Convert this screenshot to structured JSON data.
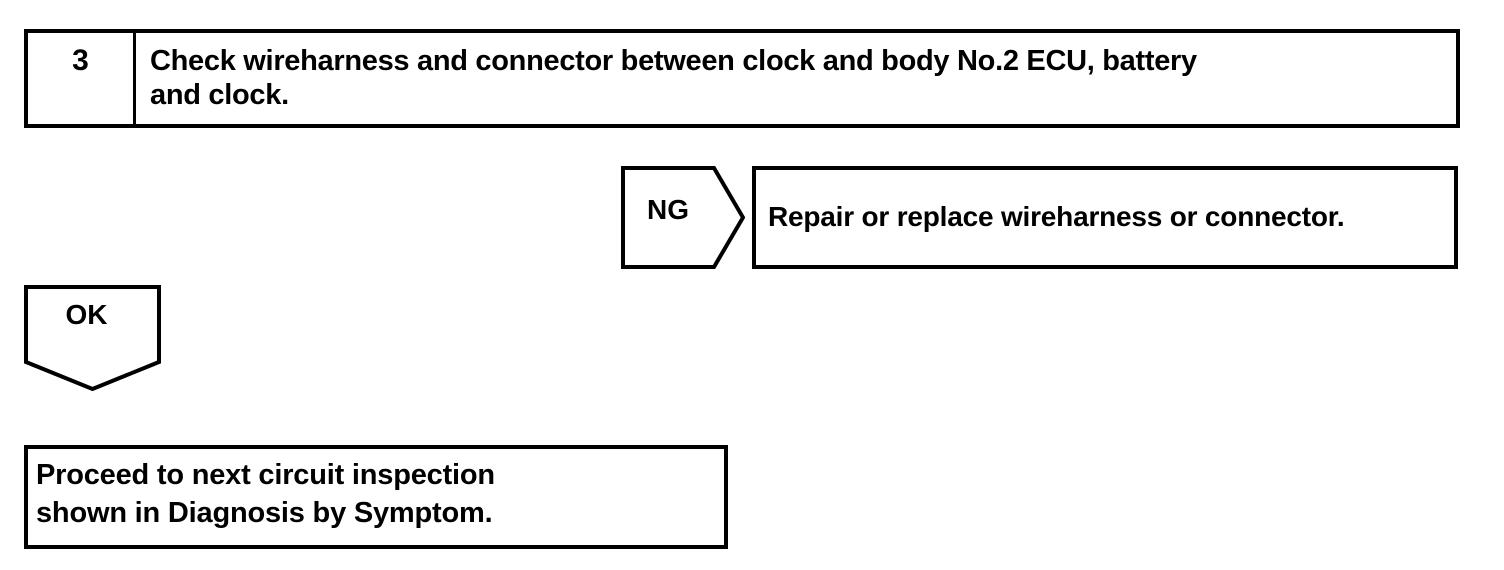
{
  "diagram": {
    "type": "troubleshooting-flowchart",
    "background_color": "#ffffff",
    "line_color": "#000000",
    "step": {
      "number": "3",
      "instruction": "Check wireharness and connector between clock and body No.2 ECU, battery\nand clock."
    },
    "branches": {
      "ng": {
        "label": "NG",
        "result_text": "Repair or replace wireharness or connector."
      },
      "ok": {
        "label": "OK",
        "result_text": "Proceed to next circuit inspection\n shown in Diagnosis by Symptom."
      }
    }
  }
}
